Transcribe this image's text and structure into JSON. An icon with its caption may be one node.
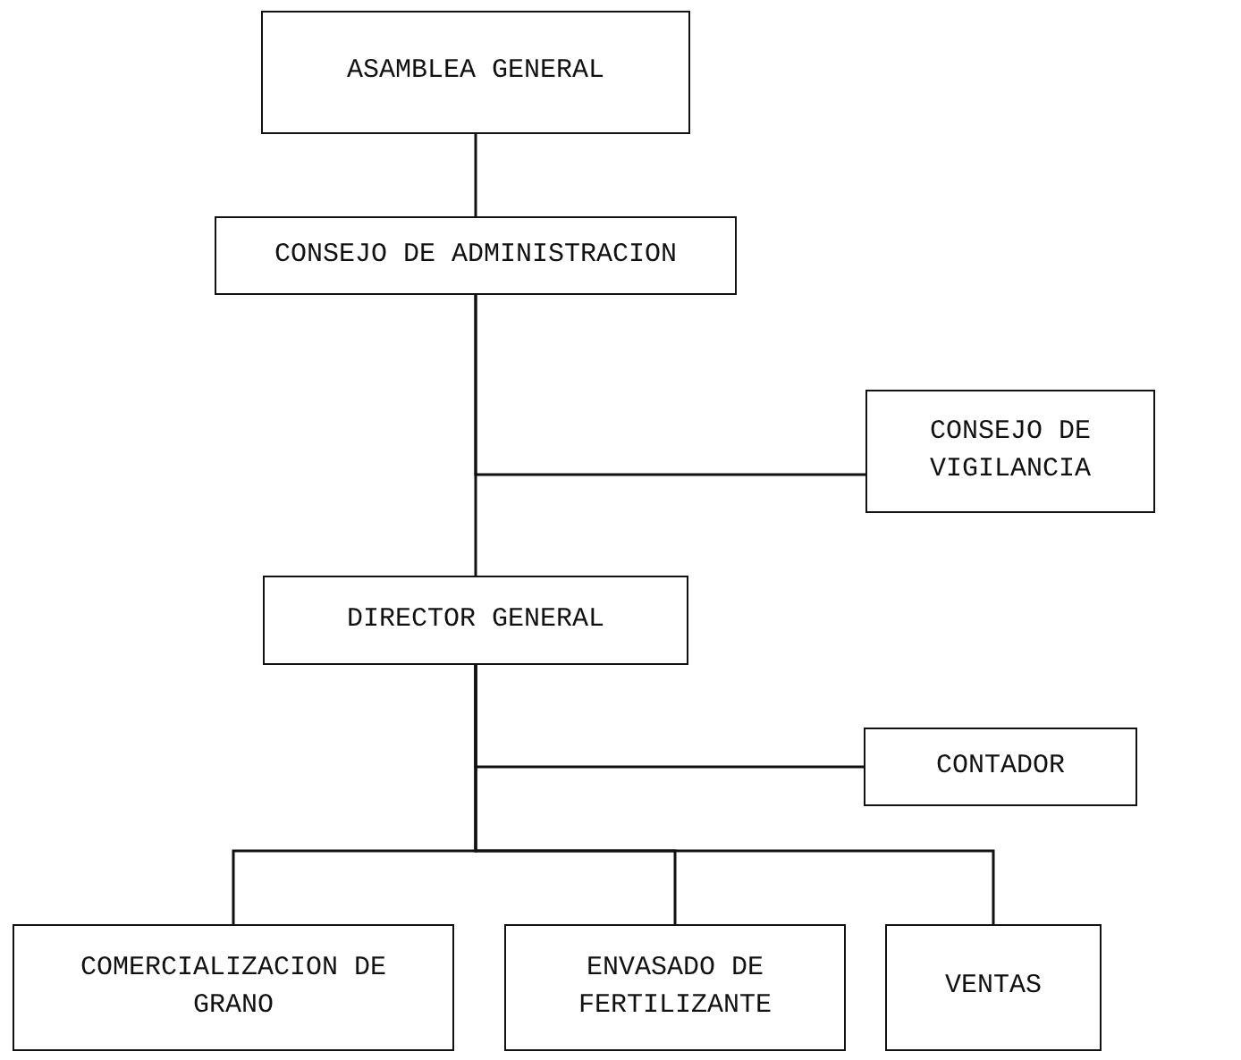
{
  "diagram": {
    "nodes": [
      {
        "text": [
          "ASAMBLEA GENERAL"
        ]
      },
      {
        "text": [
          "CONSEJO DE ADMINISTRACION"
        ]
      },
      {
        "text": [
          "CONSEJO DE VIGILANCIA"
        ]
      },
      {
        "text": [
          "DIRECTOR GENERAL"
        ]
      },
      {
        "text": [
          "CONTADOR"
        ]
      },
      {
        "text": [
          "COMERCIALIZACION DE GRANO"
        ]
      },
      {
        "text": [
          "ENVASADO DE FERTILIZANTE"
        ]
      },
      {
        "text": [
          "VENTAS"
        ]
      }
    ],
    "edges": [
      {
        "from": 0,
        "to": 1,
        "arrow": "none"
      },
      {
        "from": 1,
        "to": 2,
        "arrow": "none"
      },
      {
        "from": 1,
        "to": 3,
        "arrow": "none"
      },
      {
        "from": 3,
        "to": 4,
        "arrow": "none"
      },
      {
        "from": 3,
        "to": 5,
        "arrow": "none"
      },
      {
        "from": 3,
        "to": 6,
        "arrow": "none"
      },
      {
        "from": 3,
        "to": 7,
        "arrow": "none"
      }
    ]
  }
}
